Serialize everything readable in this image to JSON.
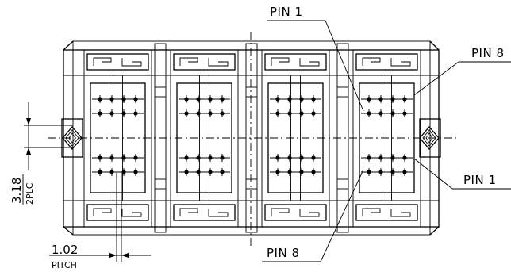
{
  "callouts": {
    "top_pin1": "PIN 1",
    "top_right_pin8": "PIN 8",
    "right_pin1": "PIN 1",
    "bottom_pin8": "PIN 8"
  },
  "dimensions": {
    "spacing_value": "3.18",
    "spacing_note": "2PLC",
    "pitch_value": "1.02",
    "pitch_note": "PITCH"
  }
}
